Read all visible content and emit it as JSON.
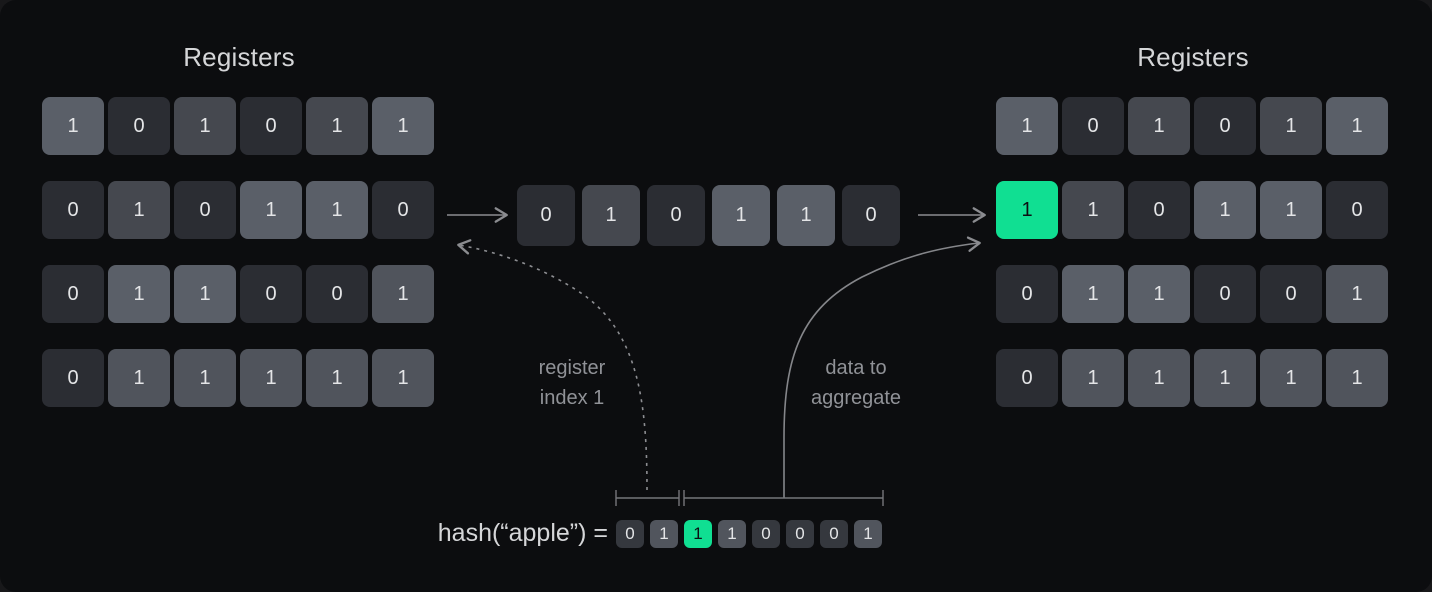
{
  "colors": {
    "accent_green": "#10df92",
    "cell_dark": "#2b2d33",
    "cell_mid": "#45484f",
    "cell_midlight": "#50545c",
    "cell_light": "#5a5f68",
    "hash_zero_bg": "#35383e",
    "hash_one_bg": "#51555d",
    "arrow_gray": "#8b8c90"
  },
  "left_registers": {
    "title": "Registers",
    "rows": [
      [
        {
          "v": "1",
          "s": "l"
        },
        {
          "v": "0",
          "s": "d"
        },
        {
          "v": "1",
          "s": "m"
        },
        {
          "v": "0",
          "s": "d"
        },
        {
          "v": "1",
          "s": "m"
        },
        {
          "v": "1",
          "s": "l"
        }
      ],
      [
        {
          "v": "0",
          "s": "d"
        },
        {
          "v": "1",
          "s": "m"
        },
        {
          "v": "0",
          "s": "d"
        },
        {
          "v": "1",
          "s": "l"
        },
        {
          "v": "1",
          "s": "l"
        },
        {
          "v": "0",
          "s": "d"
        }
      ],
      [
        {
          "v": "0",
          "s": "d"
        },
        {
          "v": "1",
          "s": "l"
        },
        {
          "v": "1",
          "s": "l"
        },
        {
          "v": "0",
          "s": "d"
        },
        {
          "v": "0",
          "s": "d"
        },
        {
          "v": "1",
          "s": "ml"
        }
      ],
      [
        {
          "v": "0",
          "s": "d"
        },
        {
          "v": "1",
          "s": "ml"
        },
        {
          "v": "1",
          "s": "ml"
        },
        {
          "v": "1",
          "s": "ml"
        },
        {
          "v": "1",
          "s": "ml"
        },
        {
          "v": "1",
          "s": "ml"
        }
      ]
    ]
  },
  "middle_register": {
    "cells": [
      [
        {
          "v": "0",
          "s": "d"
        },
        {
          "v": "1",
          "s": "m"
        },
        {
          "v": "0",
          "s": "d"
        },
        {
          "v": "1",
          "s": "l"
        },
        {
          "v": "1",
          "s": "l"
        },
        {
          "v": "0",
          "s": "d"
        }
      ]
    ]
  },
  "right_registers": {
    "title": "Registers",
    "rows": [
      [
        {
          "v": "1",
          "s": "l"
        },
        {
          "v": "0",
          "s": "d"
        },
        {
          "v": "1",
          "s": "m"
        },
        {
          "v": "0",
          "s": "d"
        },
        {
          "v": "1",
          "s": "m"
        },
        {
          "v": "1",
          "s": "l"
        }
      ],
      [
        {
          "v": "1",
          "s": "g"
        },
        {
          "v": "1",
          "s": "m"
        },
        {
          "v": "0",
          "s": "d"
        },
        {
          "v": "1",
          "s": "l"
        },
        {
          "v": "1",
          "s": "l"
        },
        {
          "v": "0",
          "s": "d"
        }
      ],
      [
        {
          "v": "0",
          "s": "d"
        },
        {
          "v": "1",
          "s": "l"
        },
        {
          "v": "1",
          "s": "l"
        },
        {
          "v": "0",
          "s": "d"
        },
        {
          "v": "0",
          "s": "d"
        },
        {
          "v": "1",
          "s": "ml"
        }
      ],
      [
        {
          "v": "0",
          "s": "d"
        },
        {
          "v": "1",
          "s": "ml"
        },
        {
          "v": "1",
          "s": "ml"
        },
        {
          "v": "1",
          "s": "ml"
        },
        {
          "v": "1",
          "s": "ml"
        },
        {
          "v": "1",
          "s": "ml"
        }
      ]
    ]
  },
  "annotations": {
    "register_index": {
      "lines": [
        "register",
        "index 1"
      ]
    },
    "data_to_aggregate": {
      "lines": [
        "data to",
        "aggregate"
      ]
    }
  },
  "hash": {
    "expression": "hash(“apple”) =",
    "bits": [
      {
        "v": "0",
        "s": "z"
      },
      {
        "v": "1",
        "s": "o"
      },
      {
        "v": "1",
        "s": "g"
      },
      {
        "v": "1",
        "s": "o"
      },
      {
        "v": "0",
        "s": "z"
      },
      {
        "v": "0",
        "s": "z"
      },
      {
        "v": "0",
        "s": "z"
      },
      {
        "v": "1",
        "s": "o"
      }
    ]
  }
}
